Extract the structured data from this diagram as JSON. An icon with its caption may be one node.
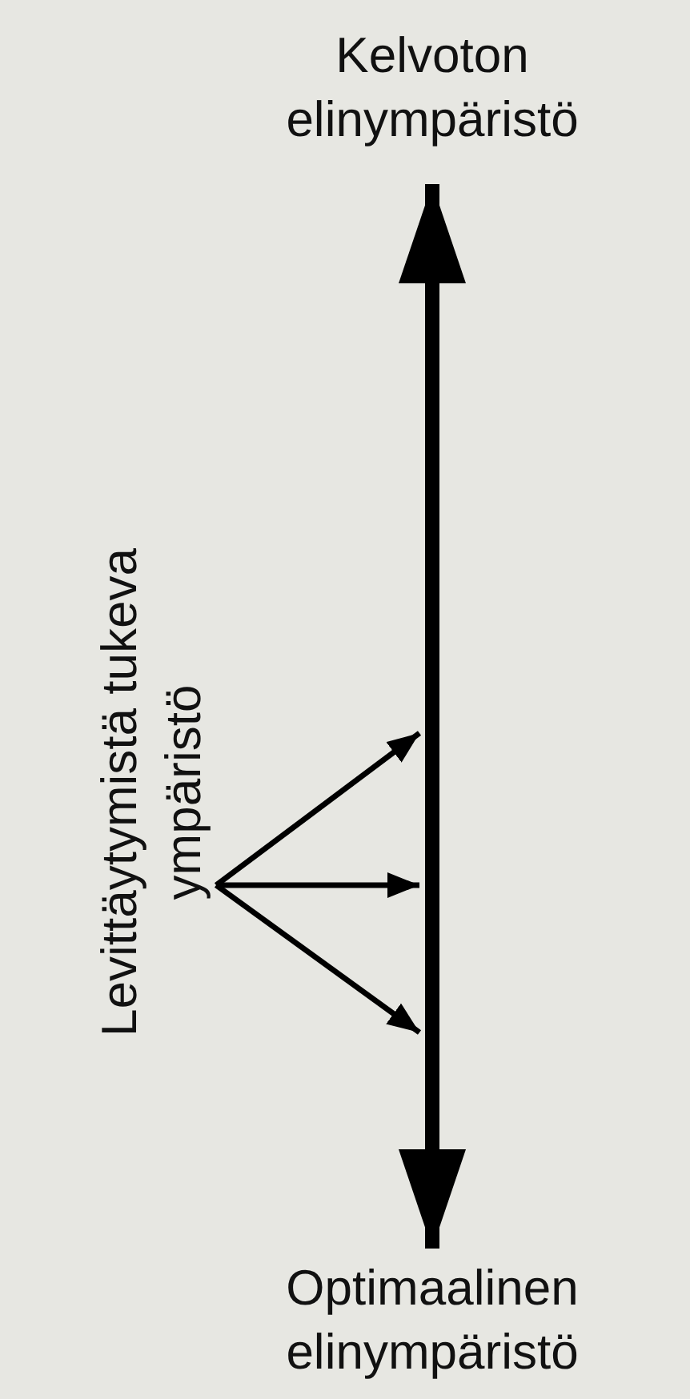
{
  "diagram": {
    "nodes": [
      {
        "text": [
          "Kelvoton elinympäristö"
        ]
      },
      {
        "text": [
          "Optimaalinen elinympäristö"
        ]
      },
      {
        "text": [
          "Levittäytymistä tukeva ympäristö"
        ]
      }
    ],
    "edges": [
      {
        "from": 0,
        "to": 1,
        "arrow": "both",
        "style": "thick"
      },
      {
        "from": 2,
        "to": null,
        "arrow": "to"
      },
      {
        "from": 2,
        "to": null,
        "arrow": "to"
      },
      {
        "from": 2,
        "to": null,
        "arrow": "to"
      }
    ]
  }
}
